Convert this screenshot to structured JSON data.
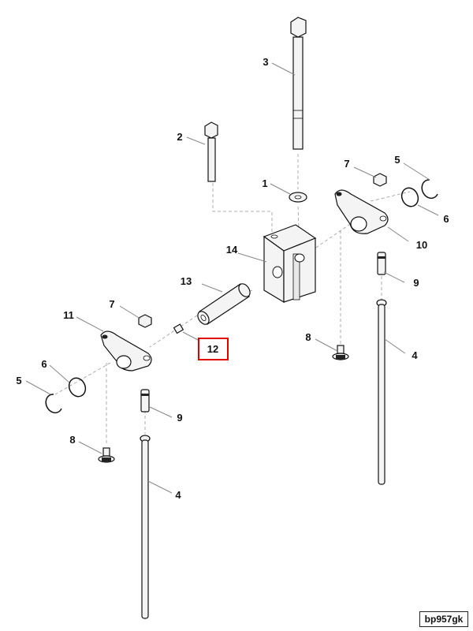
{
  "diagram": {
    "drawing_code": "bp957gk",
    "highlight_color": "#e00000",
    "callouts": [
      {
        "id": "c1",
        "text": "1"
      },
      {
        "id": "c2",
        "text": "2"
      },
      {
        "id": "c3",
        "text": "3"
      },
      {
        "id": "c4l",
        "text": "4"
      },
      {
        "id": "c4r",
        "text": "4"
      },
      {
        "id": "c5l",
        "text": "5"
      },
      {
        "id": "c5r",
        "text": "5"
      },
      {
        "id": "c6l",
        "text": "6"
      },
      {
        "id": "c6r",
        "text": "6"
      },
      {
        "id": "c7l",
        "text": "7"
      },
      {
        "id": "c7r",
        "text": "7"
      },
      {
        "id": "c8l",
        "text": "8"
      },
      {
        "id": "c8r",
        "text": "8"
      },
      {
        "id": "c9l",
        "text": "9"
      },
      {
        "id": "c9r",
        "text": "9"
      },
      {
        "id": "c10",
        "text": "10"
      },
      {
        "id": "c11",
        "text": "11"
      },
      {
        "id": "c12",
        "text": "12",
        "highlighted": true
      },
      {
        "id": "c13",
        "text": "13"
      },
      {
        "id": "c14",
        "text": "14"
      }
    ]
  }
}
